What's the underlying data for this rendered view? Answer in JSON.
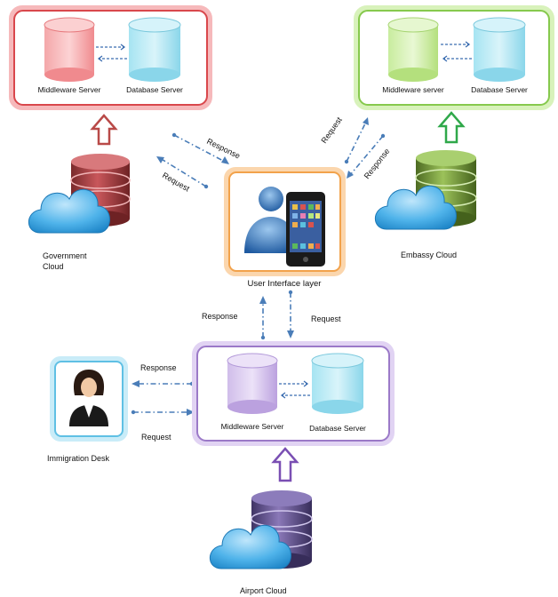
{
  "gov": {
    "middleware": "Middleware Server",
    "database": "Database Server",
    "cloud_label_1": "Government",
    "cloud_label_2": "Cloud"
  },
  "embassy": {
    "middleware": "Middleware  server",
    "database": "Database Server",
    "cloud_label": "Embassy Cloud"
  },
  "airport": {
    "middleware": "Middleware Server",
    "database": "Database Server",
    "cloud_label": "Airport  Cloud"
  },
  "ui_layer": "User Interface layer",
  "immigration": "Immigration Desk",
  "arrows": {
    "gov_response": "Response",
    "gov_request": "Request",
    "emb_request": "Request",
    "emb_response": "Response",
    "ui_response": "Response",
    "ui_request": "Request",
    "imm_response": "Response",
    "imm_request": "Request"
  },
  "colors": {
    "gov": "#d95b5f",
    "embassy": "#8fcf5a",
    "airport": "#9b79c8",
    "ui": "#f2a24b",
    "immigration": "#6fc8e8",
    "arrow_blue": "#4a7db8"
  }
}
